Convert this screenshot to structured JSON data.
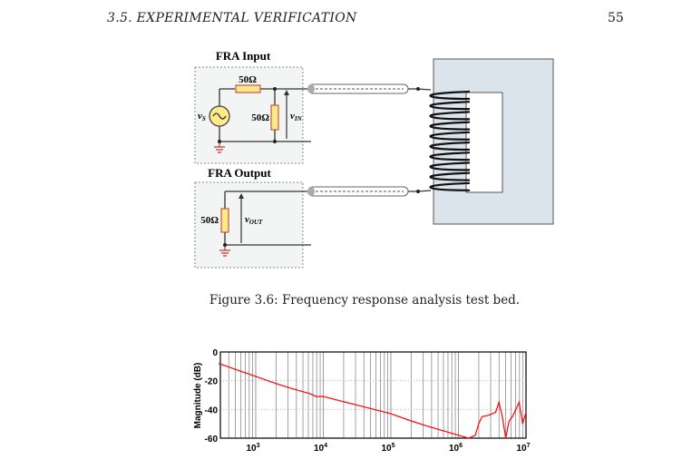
{
  "header": {
    "section": "3.5.  EXPERIMENTAL VERIFICATION",
    "page_number": "55"
  },
  "figure": {
    "caption": "Figure 3.6: Frequency response analysis test bed.",
    "input_title": "FRA Input",
    "output_title": "FRA Output",
    "r_series": "50Ω",
    "r_shunt_in": "50Ω",
    "r_out": "50Ω",
    "vs": "v",
    "vs_sub": "S",
    "vin": "v",
    "vin_sub": "IN",
    "vout": "v",
    "vout_sub": "OUT"
  },
  "chart_data": {
    "type": "line",
    "title": "",
    "xlabel": "",
    "ylabel": "Magnitude (dB)",
    "xscale": "log",
    "xlim": [
      300,
      10000000
    ],
    "ylim": [
      -60,
      0
    ],
    "yticks": [
      "0",
      "-20",
      "-40",
      "-60"
    ],
    "xticks": [
      {
        "base": "10",
        "exp": "3"
      },
      {
        "base": "10",
        "exp": "4"
      },
      {
        "base": "10",
        "exp": "5"
      },
      {
        "base": "10",
        "exp": "6"
      },
      {
        "base": "10",
        "exp": "7"
      }
    ],
    "grid": true,
    "color": "#ff0000",
    "series": [
      {
        "name": "magnitude",
        "log10_f": [
          2.45,
          3,
          3.3,
          3.5,
          3.8,
          3.9,
          4,
          4.5,
          5,
          5.3,
          5.5,
          6,
          6.15,
          6.25,
          6.3,
          6.35,
          6.45,
          6.55,
          6.6,
          6.65,
          6.7,
          6.75,
          6.8,
          6.85,
          6.9,
          6.95,
          7
        ],
        "db": [
          -8,
          -17,
          -22,
          -25,
          -29,
          -31,
          -31,
          -37,
          -43,
          -48,
          -51,
          -58,
          -60,
          -58,
          -50,
          -45,
          -44,
          -42,
          -35,
          -45,
          -60,
          -48,
          -45,
          -40,
          -35,
          -50,
          -42
        ]
      }
    ]
  }
}
